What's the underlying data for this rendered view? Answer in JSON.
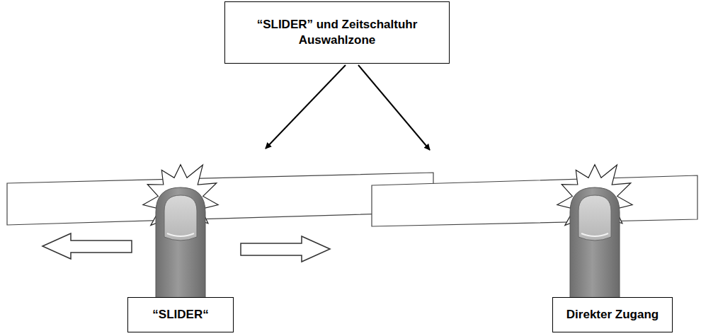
{
  "diagram": {
    "nodes": [
      {
        "text": [
          "“SLIDER” und Zeitschaltuhr Auswahlzone"
        ]
      },
      {
        "text": [
          "“SLIDER“"
        ]
      },
      {
        "text": [
          "Direkter Zugang"
        ]
      }
    ]
  }
}
